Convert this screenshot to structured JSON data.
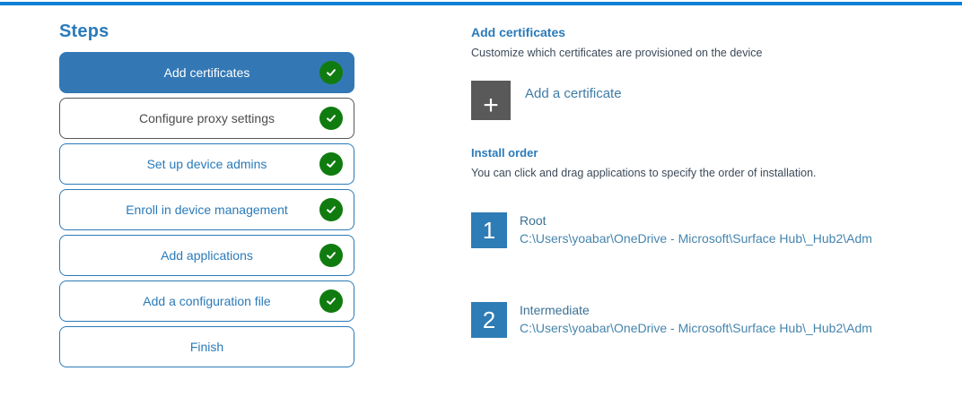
{
  "sidebar": {
    "title": "Steps",
    "steps": [
      {
        "label": "Add certificates",
        "state": "active",
        "completed": true
      },
      {
        "label": "Configure proxy settings",
        "state": "gray-outline",
        "completed": true
      },
      {
        "label": "Set up device admins",
        "state": "blue-outline",
        "completed": true
      },
      {
        "label": "Enroll in device management",
        "state": "blue-outline",
        "completed": true
      },
      {
        "label": "Add applications",
        "state": "blue-outline",
        "completed": true
      },
      {
        "label": "Add a configuration file",
        "state": "blue-outline",
        "completed": true
      },
      {
        "label": "Finish",
        "state": "blue-outline",
        "completed": false
      }
    ]
  },
  "main": {
    "heading": "Add certificates",
    "subheading": "Customize which certificates are provisioned on the device",
    "add_tile": {
      "icon": "+",
      "label": "Add a certificate"
    },
    "install_order": {
      "heading": "Install order",
      "description": "You can click and drag applications to specify the order of installation.",
      "items": [
        {
          "index": "1",
          "name": "Root",
          "path": "C:\\Users\\yoabar\\OneDrive - Microsoft\\Surface Hub\\_Hub2\\Adm"
        },
        {
          "index": "2",
          "name": "Intermediate",
          "path": "C:\\Users\\yoabar\\OneDrive - Microsoft\\Surface Hub\\_Hub2\\Adm"
        }
      ]
    }
  },
  "colors": {
    "top_bar": "#0e80d5",
    "accent_blue": "#2a7ab9",
    "active_step_bg": "#3378b5",
    "completed_badge_green": "#107c10",
    "gray_step_border": "#55565a",
    "gray_step_text": "#4b4b4b",
    "add_tile_gray": "#595959",
    "order_number_blue": "#2e7cb5",
    "body_text": "#3c4a59",
    "item_text_blue": "#3c7195"
  }
}
